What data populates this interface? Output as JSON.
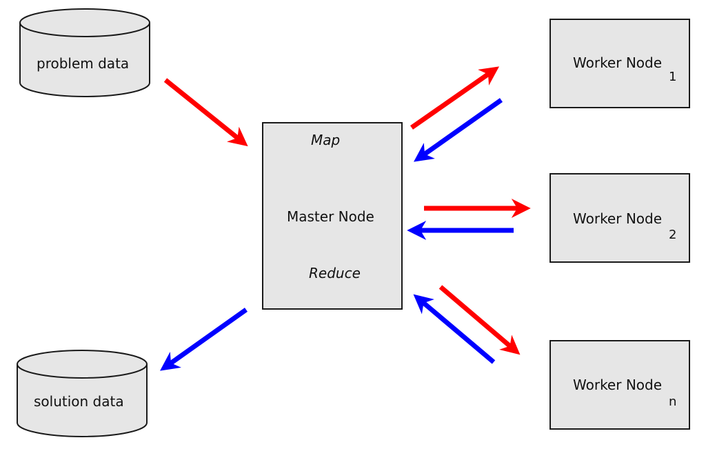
{
  "colors": {
    "map": "#ff0000",
    "reduce": "#0000ff",
    "fill": "#e6e6e6",
    "stroke": "#1a1a1a"
  },
  "problem_store": {
    "label": "problem data"
  },
  "solution_store": {
    "label": "solution data"
  },
  "master": {
    "label": "Master Node",
    "map_label": "Map",
    "reduce_label": "Reduce"
  },
  "workers": [
    {
      "label": "Worker Node",
      "subscript": "1"
    },
    {
      "label": "Worker Node",
      "subscript": "2"
    },
    {
      "label": "Worker Node",
      "subscript": "n"
    }
  ]
}
